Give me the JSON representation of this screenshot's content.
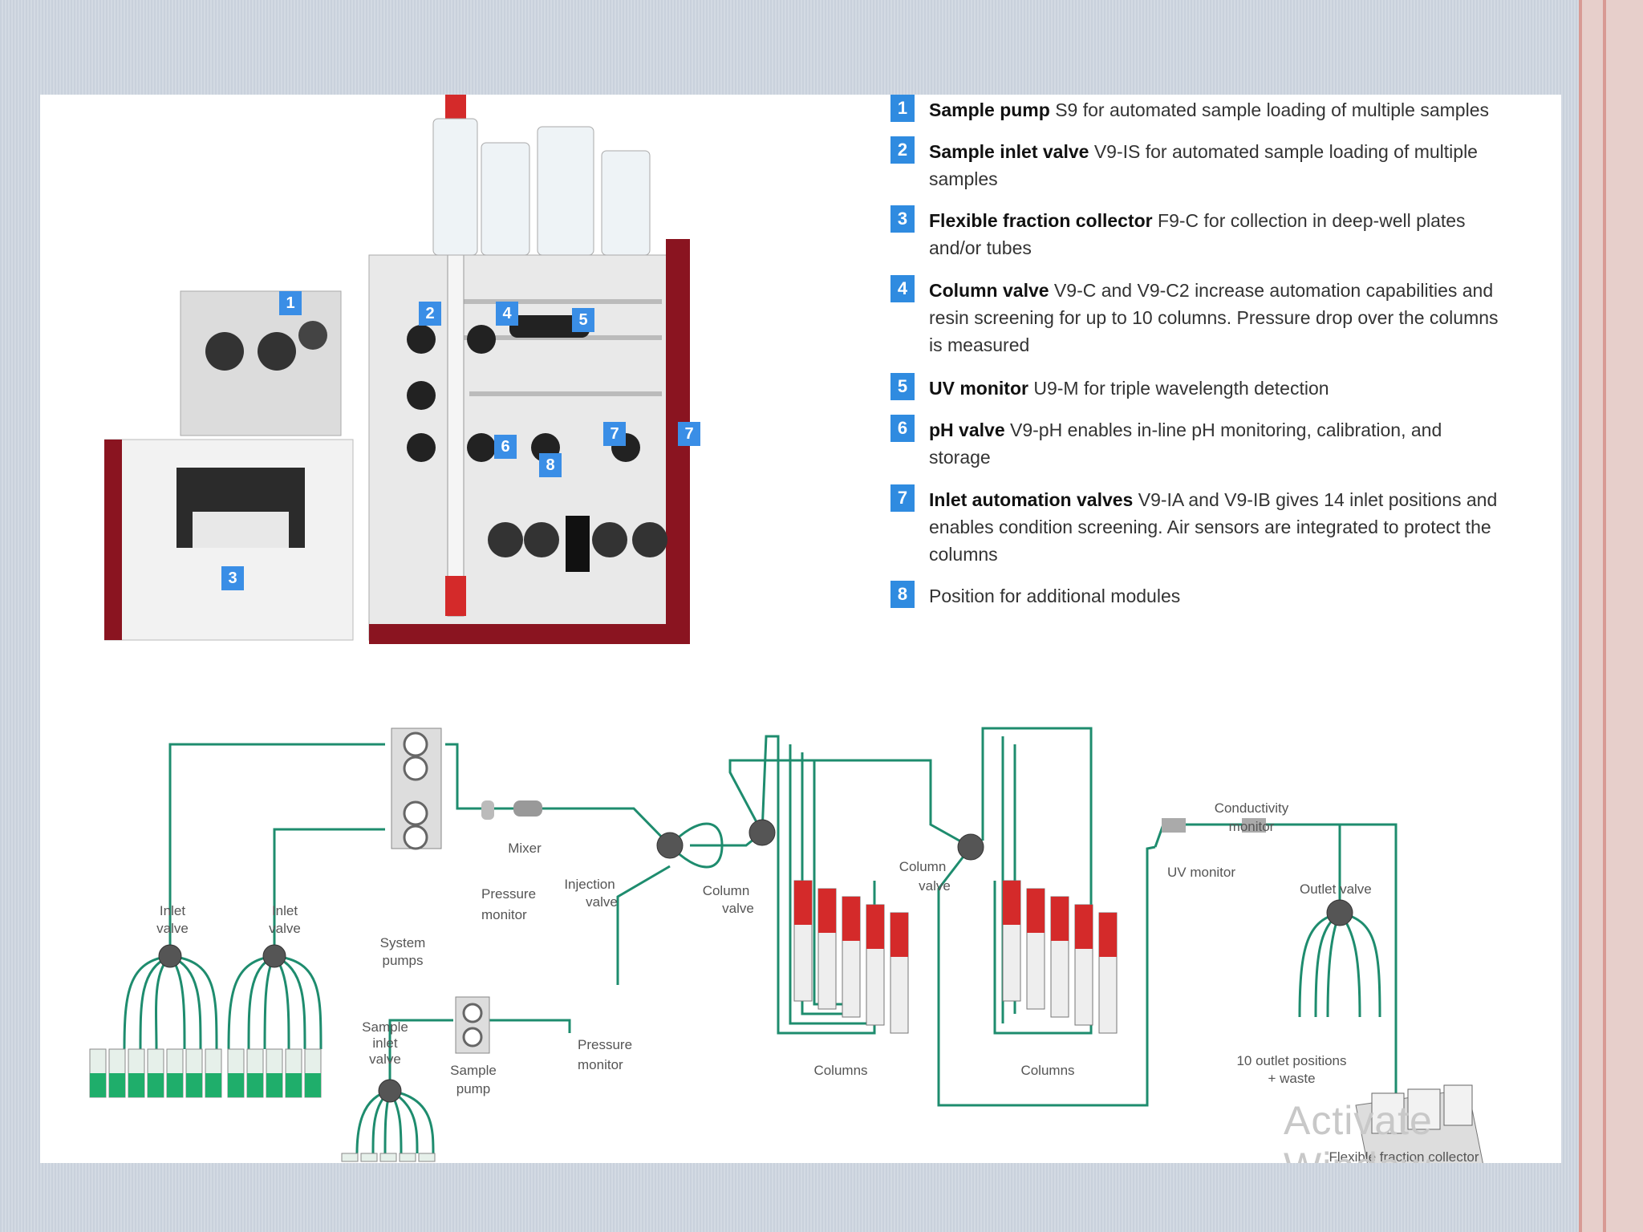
{
  "photo_badges": [
    "1",
    "2",
    "3",
    "4",
    "5",
    "6",
    "7",
    "7",
    "8"
  ],
  "legend": [
    {
      "num": "1",
      "bold": "Sample pump",
      "text": " S9 for automated  sample loading of multiple samples"
    },
    {
      "num": "2",
      "bold": "Sample inlet valve",
      "text": " V9-IS for automated  sample loading of multiple samples"
    },
    {
      "num": "3",
      "bold": "Flexible fraction collector",
      "text": " F9-C for collection in deep-well plates and/or tubes"
    },
    {
      "num": "4",
      "bold": "Column valve",
      "text": " V9-C and V9-C2 increase automation capabilities and resin screening for up to 10 columns. Pressure drop over the columns is measured"
    },
    {
      "num": "5",
      "bold": "UV monitor",
      "text": " U9-M for triple wavelength detection"
    },
    {
      "num": "6",
      "bold": "pH valve",
      "text": " V9-pH enables in-line pH monitoring, calibration, and storage"
    },
    {
      "num": "7",
      "bold": "Inlet automation valves",
      "text": " V9-IA and V9-IB gives 14 inlet positions and enables condition screening. Air sensors are integrated to protect the columns"
    },
    {
      "num": "8",
      "bold": "",
      "text": "Position for additional modules"
    }
  ],
  "diagram_labels": {
    "inlet_valve_1_a": "Inlet",
    "inlet_valve_1_b": "valve",
    "inlet_valve_2_a": "Inlet",
    "inlet_valve_2_b": "valve",
    "system_pumps_a": "System",
    "system_pumps_b": "pumps",
    "pressure_monitor_1_a": "Pressure",
    "pressure_monitor_1_b": "monitor",
    "mixer": "Mixer",
    "injection_valve_a": "Injection",
    "injection_valve_b": "valve",
    "column_valve_1_a": "Column",
    "column_valve_1_b": "valve",
    "column_valve_2_a": "Column",
    "column_valve_2_b": "valve",
    "columns_1": "Columns",
    "columns_2": "Columns",
    "uv_monitor": "UV monitor",
    "conductivity_a": "Conductivity",
    "conductivity_b": "monitor",
    "outlet_valve": "Outlet valve",
    "outlet_positions_a": "10 outlet positions",
    "outlet_positions_b": "+ waste",
    "sample_inlet_a": "Sample",
    "sample_inlet_b": "inlet",
    "sample_inlet_c": "valve",
    "sample_pump_a": "Sample",
    "sample_pump_b": "pump",
    "pressure_monitor_2_a": "Pressure",
    "pressure_monitor_2_b": "monitor",
    "fraction_collector": "Flexible fraction collector"
  },
  "watermark": "Activate Window",
  "colors": {
    "line": "#1e8c6e",
    "bottle_liquid": "#1fae6b",
    "column_red": "#d42a2a",
    "badge": "#3a8ee6",
    "instrument_red": "#8a1420"
  }
}
